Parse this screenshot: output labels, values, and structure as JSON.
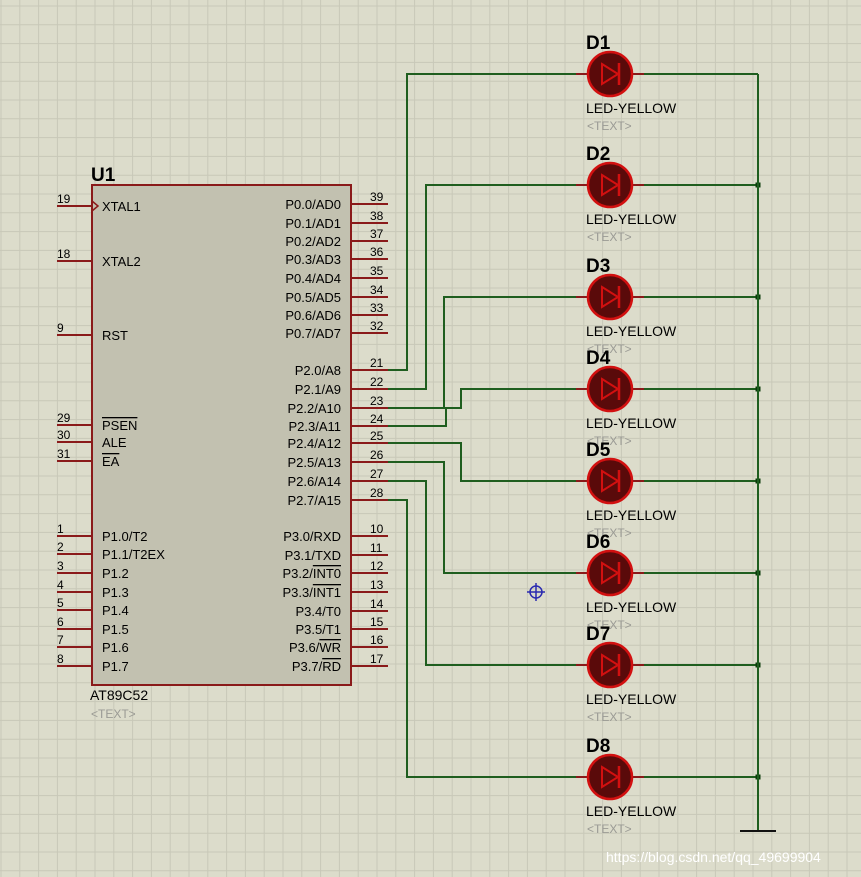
{
  "mcu": {
    "ref": "U1",
    "part": "AT89C52",
    "text": "<TEXT>",
    "left_pins": [
      {
        "num": "19",
        "name": "XTAL1"
      },
      {
        "num": "18",
        "name": "XTAL2"
      },
      {
        "num": "9",
        "name": "RST"
      },
      {
        "num": "29",
        "name": "PSEN",
        "overline": true
      },
      {
        "num": "30",
        "name": "ALE"
      },
      {
        "num": "31",
        "name": "EA",
        "overline": true
      },
      {
        "num": "1",
        "name": "P1.0/T2"
      },
      {
        "num": "2",
        "name": "P1.1/T2EX"
      },
      {
        "num": "3",
        "name": "P1.2"
      },
      {
        "num": "4",
        "name": "P1.3"
      },
      {
        "num": "5",
        "name": "P1.4"
      },
      {
        "num": "6",
        "name": "P1.5"
      },
      {
        "num": "7",
        "name": "P1.6"
      },
      {
        "num": "8",
        "name": "P1.7"
      }
    ],
    "right_pins": [
      {
        "num": "39",
        "name": "P0.0/AD0"
      },
      {
        "num": "38",
        "name": "P0.1/AD1"
      },
      {
        "num": "37",
        "name": "P0.2/AD2"
      },
      {
        "num": "36",
        "name": "P0.3/AD3"
      },
      {
        "num": "35",
        "name": "P0.4/AD4"
      },
      {
        "num": "34",
        "name": "P0.5/AD5"
      },
      {
        "num": "33",
        "name": "P0.6/AD6"
      },
      {
        "num": "32",
        "name": "P0.7/AD7"
      },
      {
        "num": "21",
        "name": "P2.0/A8"
      },
      {
        "num": "22",
        "name": "P2.1/A9"
      },
      {
        "num": "23",
        "name": "P2.2/A10"
      },
      {
        "num": "24",
        "name": "P2.3/A11"
      },
      {
        "num": "25",
        "name": "P2.4/A12"
      },
      {
        "num": "26",
        "name": "P2.5/A13"
      },
      {
        "num": "27",
        "name": "P2.6/A14"
      },
      {
        "num": "28",
        "name": "P2.7/A15"
      },
      {
        "num": "10",
        "name": "P3.0/RXD"
      },
      {
        "num": "11",
        "name": "P3.1/TXD"
      },
      {
        "num": "12",
        "name": "P3.2/INT0",
        "overline_part": "INT0"
      },
      {
        "num": "13",
        "name": "P3.3/INT1",
        "overline_part": "INT1"
      },
      {
        "num": "14",
        "name": "P3.4/T0"
      },
      {
        "num": "15",
        "name": "P3.5/T1"
      },
      {
        "num": "16",
        "name": "P3.6/WR",
        "overline_part": "WR"
      },
      {
        "num": "17",
        "name": "P3.7/RD",
        "overline_part": "RD"
      }
    ]
  },
  "leds": [
    {
      "ref": "D1",
      "value": "LED-YELLOW",
      "text": "<TEXT>"
    },
    {
      "ref": "D2",
      "value": "LED-YELLOW",
      "text": "<TEXT>"
    },
    {
      "ref": "D3",
      "value": "LED-YELLOW",
      "text": "<TEXT>"
    },
    {
      "ref": "D4",
      "value": "LED-YELLOW",
      "text": "<TEXT>"
    },
    {
      "ref": "D5",
      "value": "LED-YELLOW",
      "text": "<TEXT>"
    },
    {
      "ref": "D6",
      "value": "LED-YELLOW",
      "text": "<TEXT>"
    },
    {
      "ref": "D7",
      "value": "LED-YELLOW",
      "text": "<TEXT>"
    },
    {
      "ref": "D8",
      "value": "LED-YELLOW",
      "text": "<TEXT>"
    }
  ],
  "watermark": "https://blog.csdn.net/qq_49699904",
  "colors": {
    "background": "#dcdccb",
    "grid": "#c8c8b8",
    "chip_fill": "#c2c1b0",
    "chip_border": "#8a1a1a",
    "pin": "#8a1a1a",
    "wire": "#1f5e1f",
    "led_body": "#5a0a0a",
    "led_ring": "#d21010",
    "cursor": "#2b2bb0"
  }
}
